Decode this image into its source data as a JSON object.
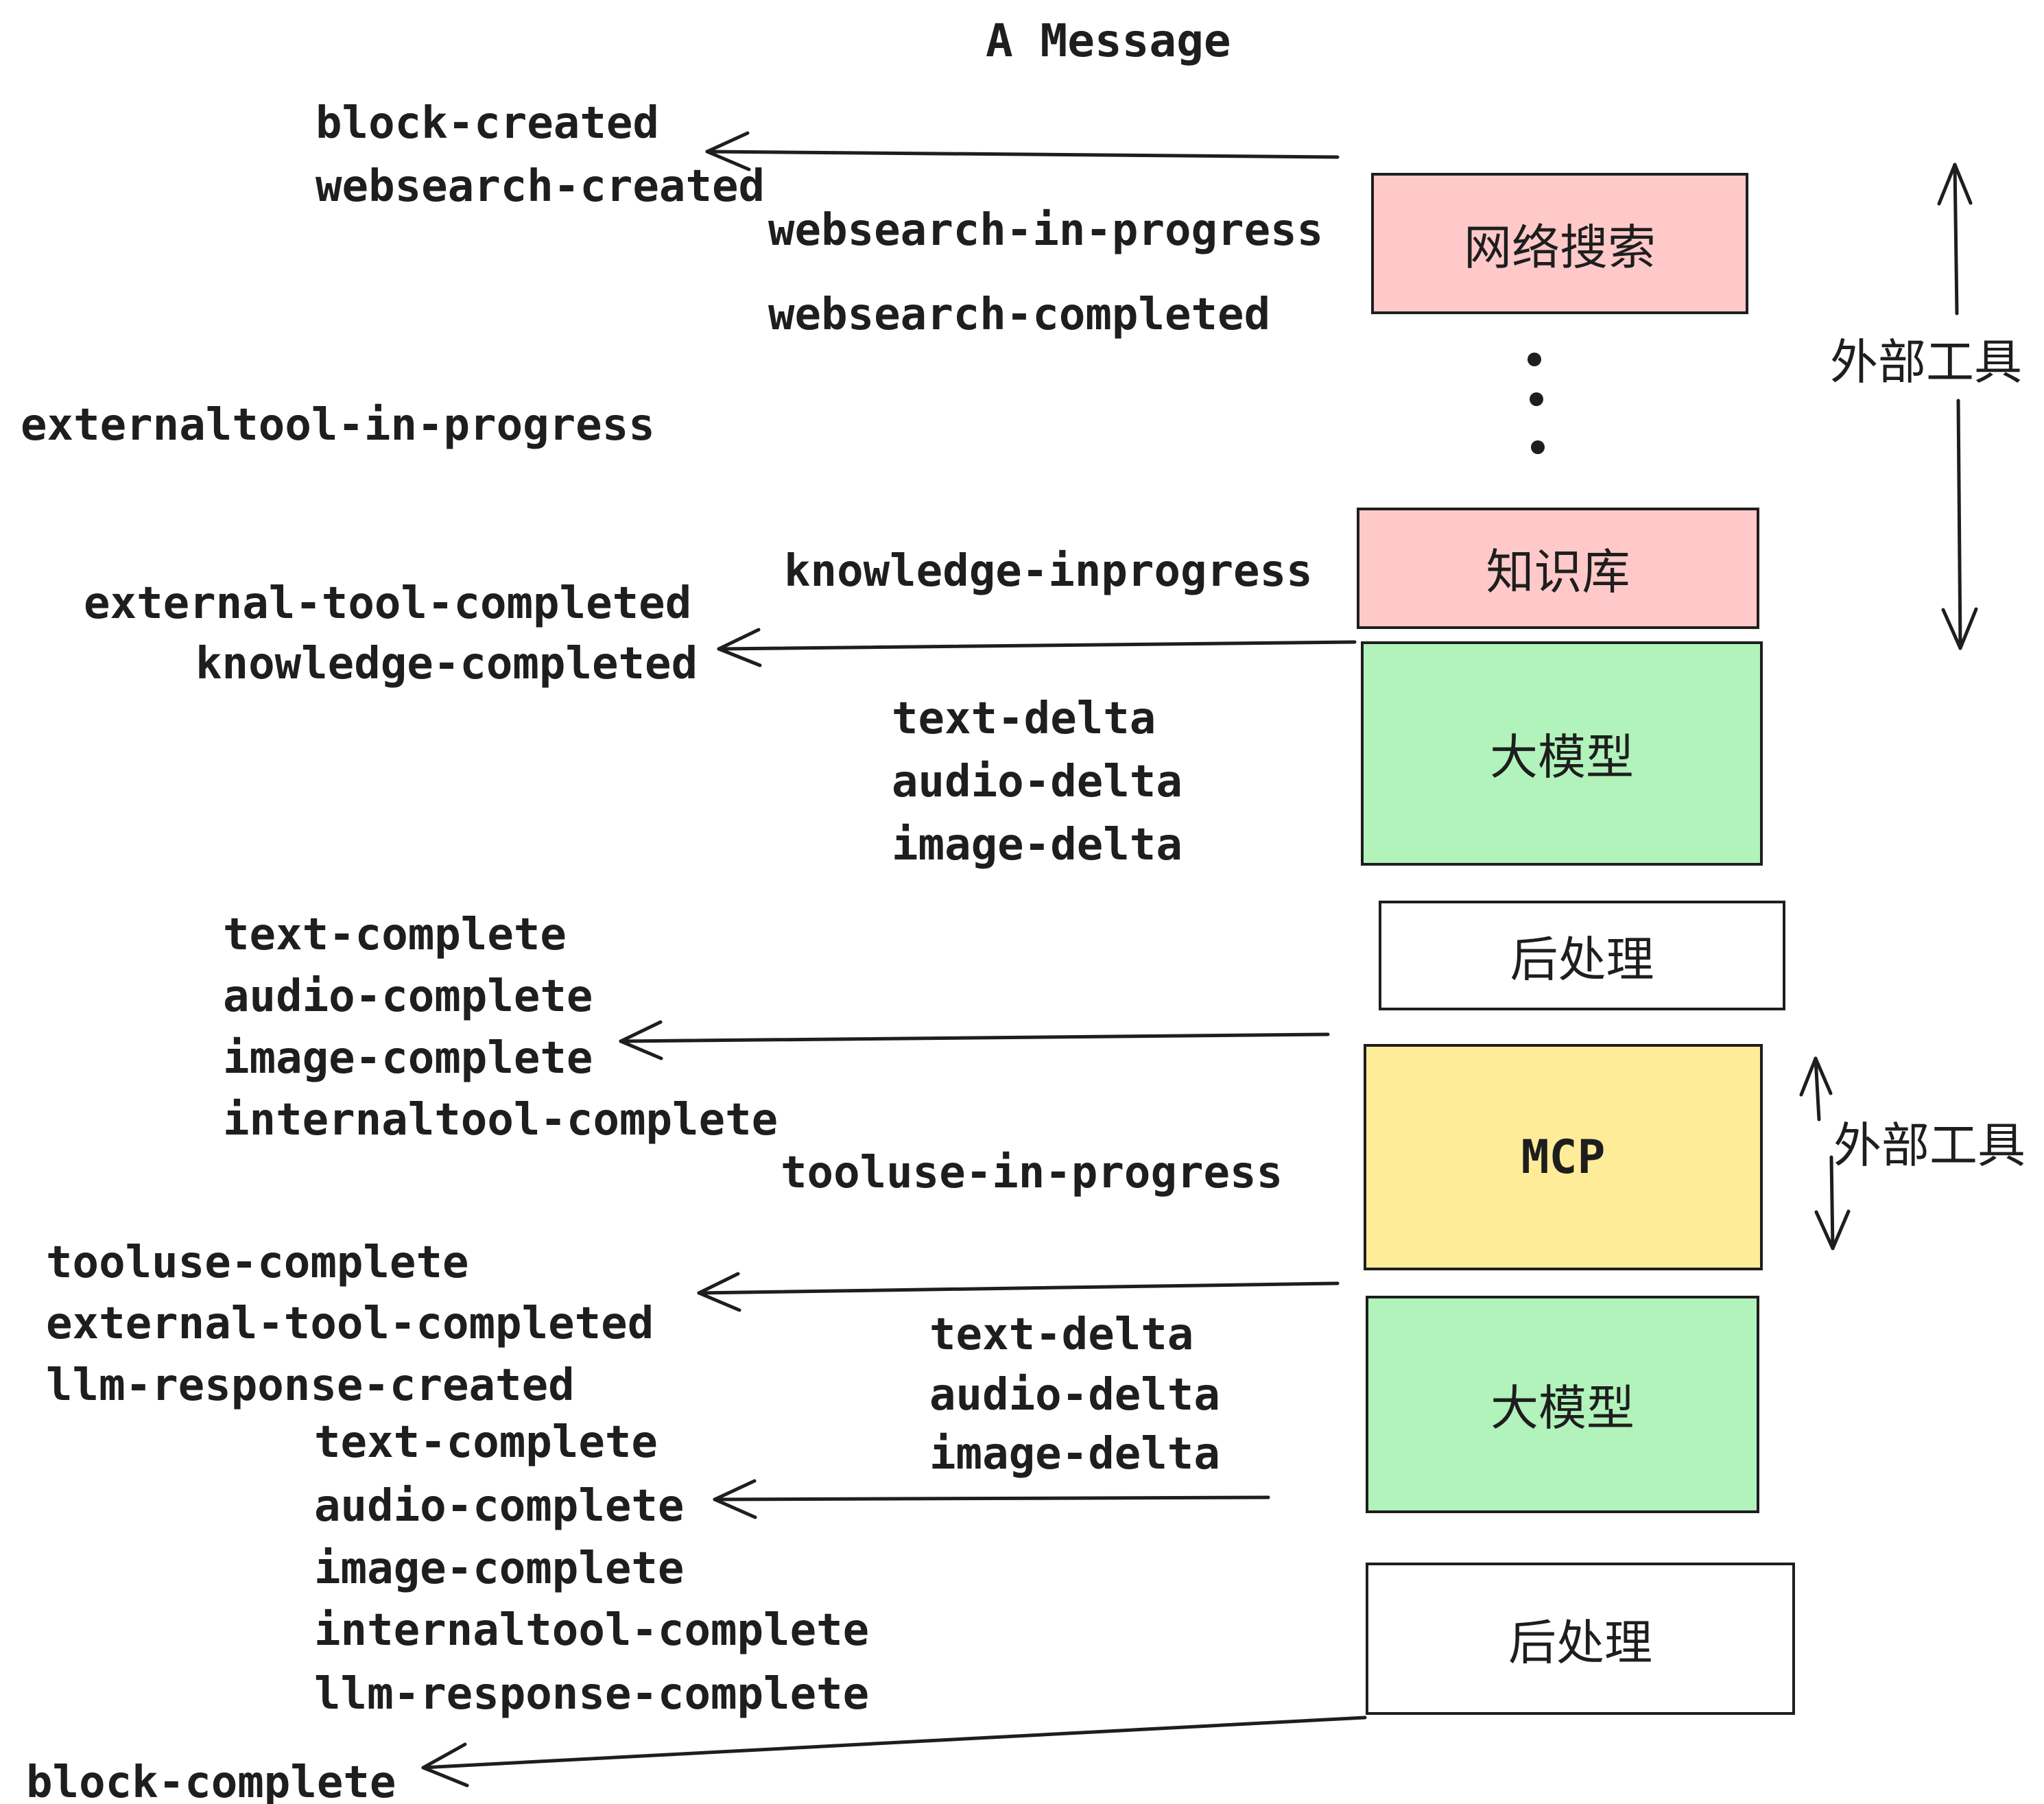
{
  "title": "A Message",
  "colors": {
    "ink": "#1e1e1e",
    "background": "#ffffff",
    "box_pink": "#ffc9c9",
    "box_green": "#b2f2bb",
    "box_yellow": "#ffec99",
    "box_white": "#ffffff"
  },
  "boxes": [
    {
      "id": "web-search",
      "label": "网络搜索",
      "color": "#ffc9c9"
    },
    {
      "id": "knowledge-base",
      "label": "知识库",
      "color": "#ffc9c9"
    },
    {
      "id": "llm",
      "label": "大模型",
      "color": "#b2f2bb"
    },
    {
      "id": "post-processing",
      "label": "后处理",
      "color": "#ffffff"
    },
    {
      "id": "mcp",
      "label": "MCP",
      "color": "#ffec99"
    },
    {
      "id": "llm-2",
      "label": "大模型",
      "color": "#b2f2bb"
    },
    {
      "id": "post-processing-2",
      "label": "后处理",
      "color": "#ffffff"
    }
  ],
  "events": [
    {
      "label": "block-created"
    },
    {
      "label": "websearch-created"
    },
    {
      "label": "websearch-in-progress"
    },
    {
      "label": "websearch-completed"
    },
    {
      "label": "externaltool-in-progress"
    },
    {
      "label": "knowledge-inprogress"
    },
    {
      "label": "external-tool-completed"
    },
    {
      "label": "knowledge-completed"
    },
    {
      "label": "text-delta"
    },
    {
      "label": "audio-delta"
    },
    {
      "label": "image-delta"
    },
    {
      "label": "text-complete"
    },
    {
      "label": "audio-complete"
    },
    {
      "label": "image-complete"
    },
    {
      "label": "internaltool-complete"
    },
    {
      "label": "tooluse-in-progress"
    },
    {
      "label": "tooluse-complete"
    },
    {
      "label": "external-tool-completed"
    },
    {
      "label": "llm-response-created"
    },
    {
      "label": "text-delta"
    },
    {
      "label": "audio-delta"
    },
    {
      "label": "image-delta"
    },
    {
      "label": "text-complete"
    },
    {
      "label": "audio-complete"
    },
    {
      "label": "image-complete"
    },
    {
      "label": "internaltool-complete"
    },
    {
      "label": "llm-response-complete"
    },
    {
      "label": "block-complete"
    }
  ],
  "annotations": {
    "external_tools_top": "外部工具",
    "external_tools_bottom": "外部工具"
  }
}
